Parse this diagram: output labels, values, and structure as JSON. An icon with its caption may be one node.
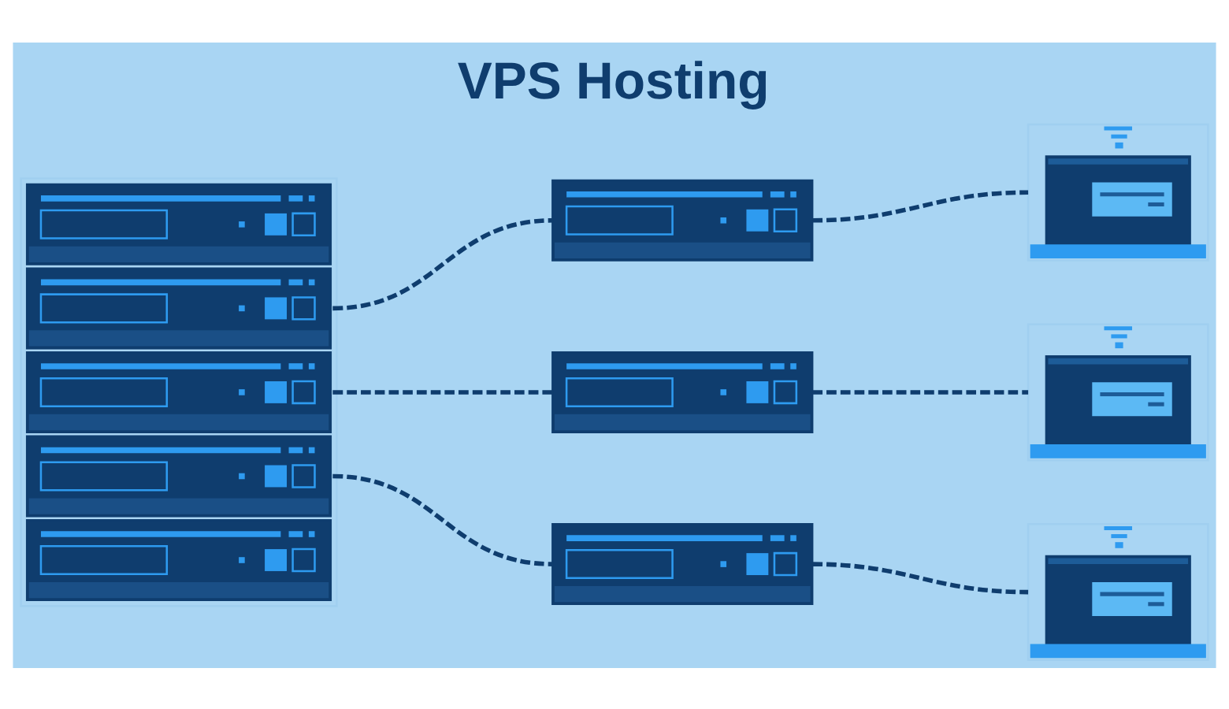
{
  "diagram": {
    "title": "VPS Hosting",
    "nodes": [
      {
        "text": [],
        "shape": "rack"
      },
      {
        "text": [],
        "shape": "server"
      },
      {
        "text": [],
        "shape": "server"
      },
      {
        "text": [],
        "shape": "server"
      },
      {
        "text": [],
        "shape": "laptop"
      },
      {
        "text": [],
        "shape": "laptop"
      },
      {
        "text": [],
        "shape": "laptop"
      }
    ],
    "edges": [
      {
        "from": 0,
        "to": 1,
        "arrow": "none",
        "style": "dashed"
      },
      {
        "from": 0,
        "to": 2,
        "arrow": "none",
        "style": "dashed"
      },
      {
        "from": 0,
        "to": 3,
        "arrow": "none",
        "style": "dashed"
      },
      {
        "from": 1,
        "to": 4,
        "arrow": "none",
        "style": "dashed"
      },
      {
        "from": 2,
        "to": 5,
        "arrow": "none",
        "style": "dashed"
      },
      {
        "from": 3,
        "to": 6,
        "arrow": "none",
        "style": "dashed"
      }
    ]
  }
}
